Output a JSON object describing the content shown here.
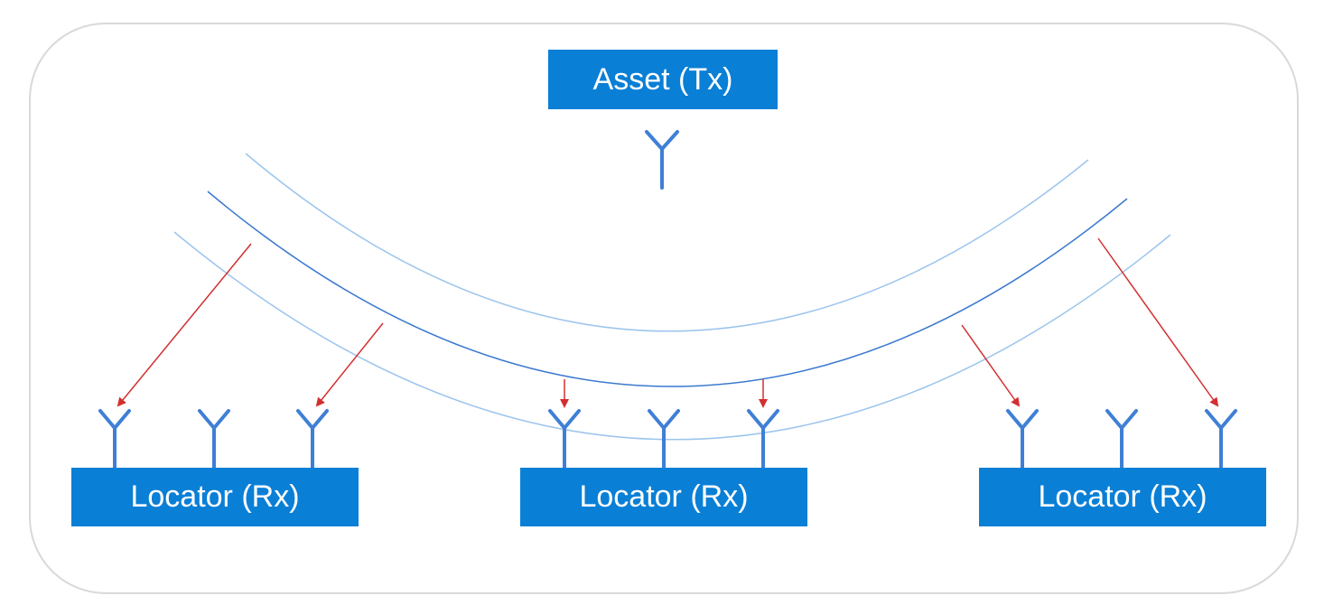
{
  "asset": {
    "label": "Asset (Tx)"
  },
  "locators": [
    {
      "label": "Locator (Rx)"
    },
    {
      "label": "Locator (Rx)"
    },
    {
      "label": "Locator (Rx)"
    }
  ],
  "colors": {
    "box_fill": "#0a7fd6",
    "box_text": "#ffffff",
    "antenna": "#3f7fd6",
    "wavefront_dark": "#3a78cf",
    "wavefront_light": "#9cc5ec",
    "arrow": "#d32f2f",
    "frame_border": "#d9d9d9"
  },
  "icons": {
    "antenna": "antenna-icon",
    "arrow": "arrow-icon"
  }
}
